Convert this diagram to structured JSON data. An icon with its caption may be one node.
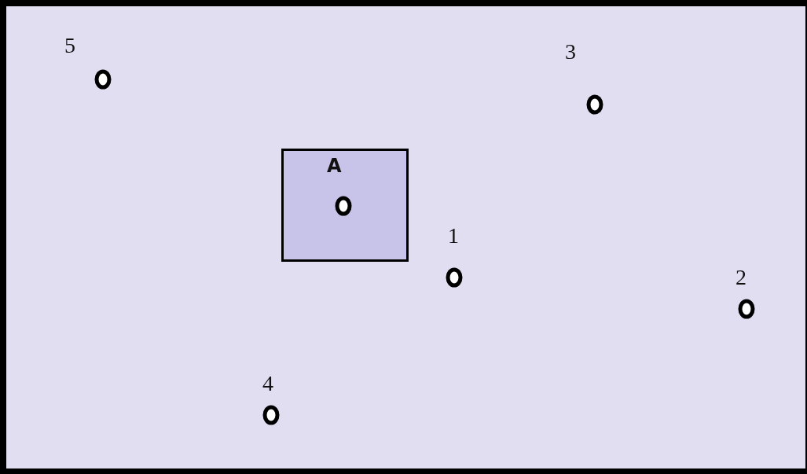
{
  "diagram": {
    "nodes": [
      {
        "text": [
          "A"
        ]
      }
    ],
    "labels": [
      "5",
      "3",
      "1",
      "2",
      "4"
    ]
  }
}
